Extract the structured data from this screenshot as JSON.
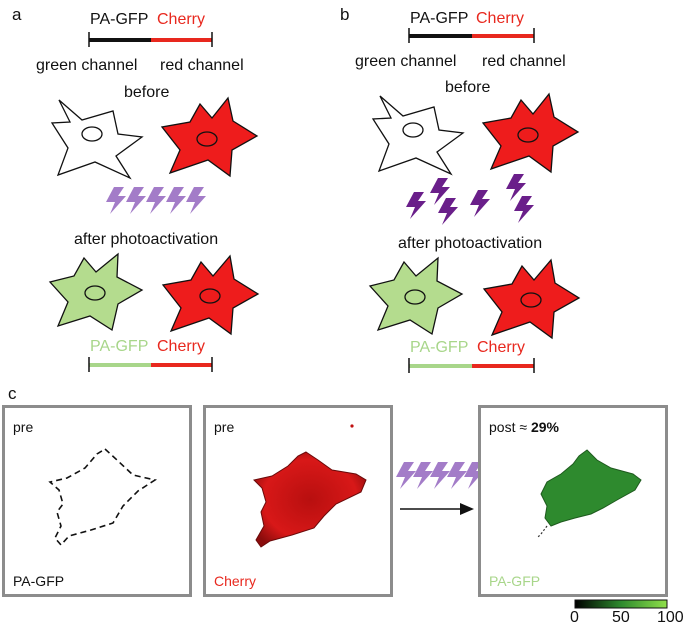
{
  "panel_a": {
    "letter": "a",
    "bar_top": {
      "left": "PA-GFP",
      "right": "Cherry"
    },
    "channel_green": "green channel",
    "channel_red": "red channel",
    "before": "before",
    "after": "after photoactivation",
    "bar_bottom": {
      "left": "PA-GFP",
      "right": "Cherry"
    }
  },
  "panel_b": {
    "letter": "b",
    "bar_top": {
      "left": "PA-GFP",
      "right": "Cherry"
    },
    "channel_green": "green channel",
    "channel_red": "red channel",
    "before": "before",
    "after": "after photoactivation",
    "bar_bottom": {
      "left": "PA-GFP",
      "right": "Cherry"
    }
  },
  "panel_c": {
    "letter": "c",
    "img1": {
      "top_label": "pre",
      "bottom_label": "PA-GFP"
    },
    "img2": {
      "top_label": "pre",
      "bottom_label": "Cherry"
    },
    "img3": {
      "top_label_prefix": "post ≈ ",
      "top_label_value": "29%",
      "bottom_label": "PA-GFP"
    },
    "scale": {
      "ticks": [
        "0",
        "50",
        "100"
      ]
    }
  },
  "colors": {
    "cherry": "#e8281e",
    "gfp_light": "#a8d68a",
    "cell_green": "#b4dc8e",
    "cell_red": "#ee1c1c",
    "bolt_light": "#a37cc8",
    "bolt_dark": "#6a1f8a",
    "frame": "#8c8c8c"
  }
}
